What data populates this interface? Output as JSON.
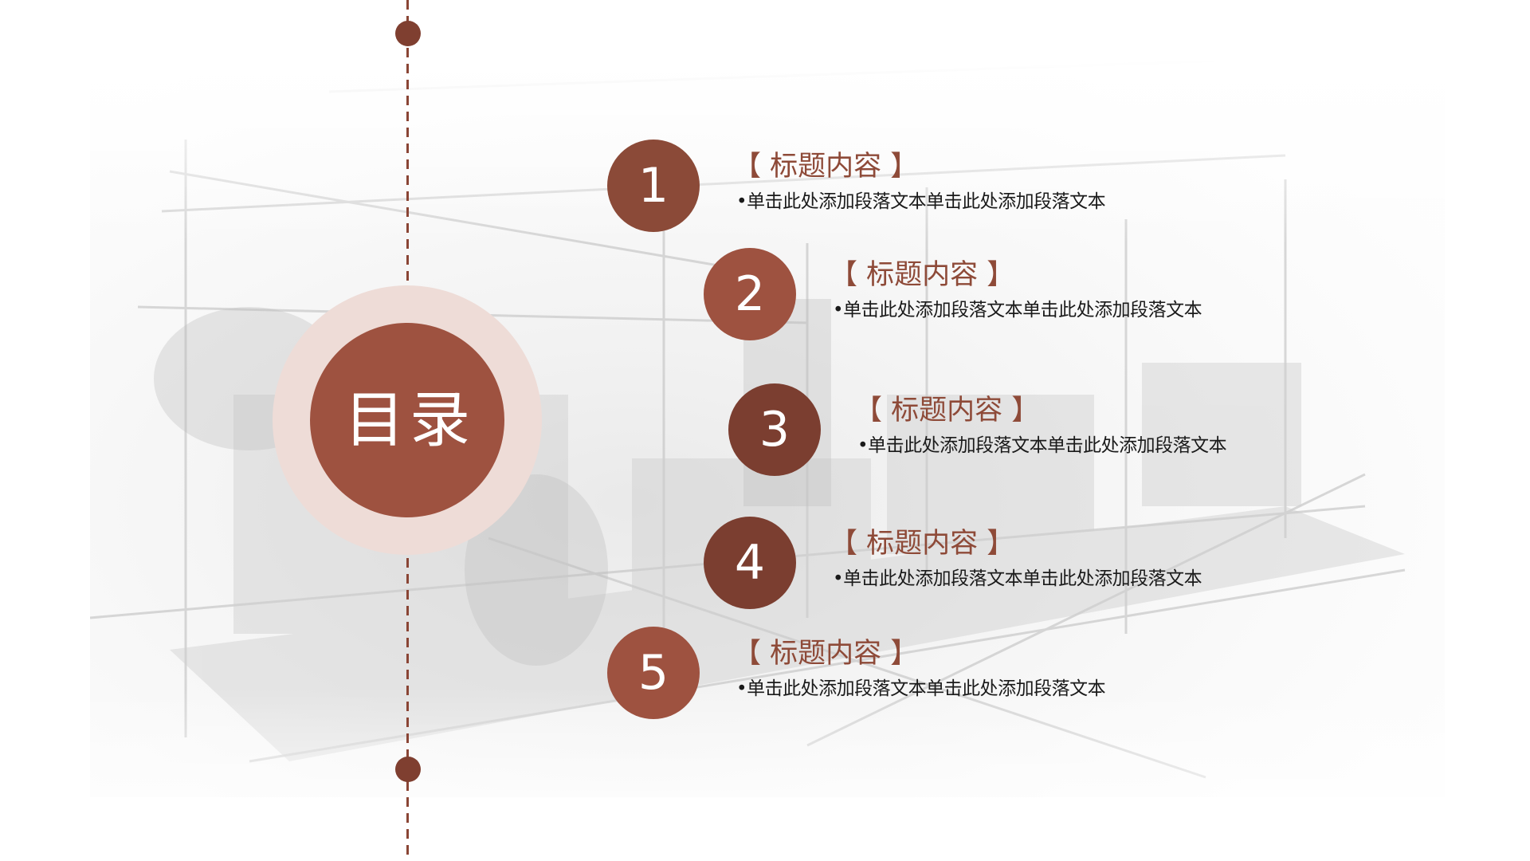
{
  "slide": {
    "toc_title": "目录",
    "colors": {
      "accent_dark": "#7b3e30",
      "accent_mid": "#8b4a38",
      "accent_light": "#9e5240",
      "ring": "#eedcd7",
      "title_text": "#8e4a38",
      "body_text": "#1a1a1a",
      "timeline": "#8a4535"
    },
    "items": [
      {
        "number": "1",
        "title": "【 标题内容 】",
        "body": "•单击此处添加段落文本单击此处添加段落文本",
        "color": "#8b4a38"
      },
      {
        "number": "2",
        "title": "【 标题内容 】",
        "body": "•单击此处添加段落文本单击此处添加段落文本",
        "color": "#9e5240"
      },
      {
        "number": "3",
        "title": "【 标题内容 】",
        "body": "•单击此处添加段落文本单击此处添加段落文本",
        "color": "#7b3e30"
      },
      {
        "number": "4",
        "title": "【 标题内容 】",
        "body": "•单击此处添加段落文本单击此处添加段落文本",
        "color": "#7b3e30"
      },
      {
        "number": "5",
        "title": "【 标题内容 】",
        "body": "•单击此处添加段落文本单击此处添加段落文本",
        "color": "#9e5240"
      }
    ]
  }
}
